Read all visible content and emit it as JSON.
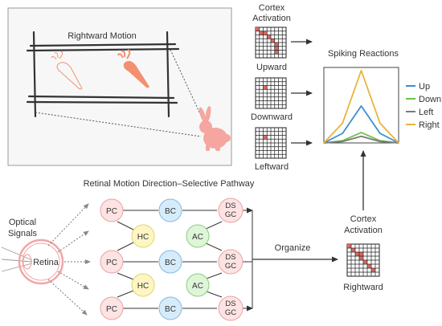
{
  "scene": {
    "title": "Rightward Motion"
  },
  "cortex": {
    "header_line1": "Cortex",
    "header_line2": "Activation",
    "upward": "Upward",
    "downward": "Downward",
    "leftward": "Leftward",
    "rightward_label": "Rightward",
    "bottom_line1": "Cortex",
    "bottom_line2": "Activation"
  },
  "spiking": {
    "title": "Spiking Reactions"
  },
  "pathway": {
    "title": "Retinal Motion Direction–Selective Pathway",
    "optical_line1": "Optical",
    "optical_line2": "Signals",
    "retina": "Retina",
    "organize": "Organize",
    "pc": "PC",
    "bc": "BC",
    "hc": "HC",
    "ac": "AC",
    "ds": "DS",
    "gc": "GC"
  },
  "colors": {
    "pc": "#fde3e3",
    "bc": "#d6ecfb",
    "hc": "#fdf6c4",
    "ac": "#def5d8",
    "dsgc": "#fde3e3",
    "activation": "#e0685e",
    "retina": "#f2a6a6",
    "rabbit": "#f5a6a0",
    "carrot": "#f2906f"
  },
  "chart_data": {
    "type": "line",
    "title": "Spiking Reactions",
    "xlabel": "",
    "ylabel": "",
    "x": [
      0,
      1,
      2,
      3,
      4
    ],
    "ylim": [
      0,
      1
    ],
    "legend_position": "right",
    "series": [
      {
        "name": "Up",
        "color": "#3b8fd6",
        "values": [
          0.0,
          0.13,
          0.5,
          0.13,
          0.0
        ]
      },
      {
        "name": "Down",
        "color": "#6cc24a",
        "values": [
          0.0,
          0.03,
          0.14,
          0.03,
          0.0
        ]
      },
      {
        "name": "Left",
        "color": "#7a7a7a",
        "values": [
          0.0,
          0.02,
          0.09,
          0.02,
          0.0
        ]
      },
      {
        "name": "Right",
        "color": "#e9b43c",
        "values": [
          0.0,
          0.27,
          0.98,
          0.27,
          0.0
        ]
      }
    ]
  },
  "cortex_grids": {
    "top": [
      [
        0,
        0
      ],
      [
        1,
        1
      ],
      [
        1,
        2
      ],
      [
        2,
        3
      ],
      [
        3,
        4
      ],
      [
        4,
        5
      ],
      [
        5,
        5
      ],
      [
        6,
        5
      ]
    ],
    "upward": [
      [
        2,
        2
      ]
    ],
    "downward": [
      [
        2,
        2
      ]
    ],
    "leftward": [
      [
        2,
        2
      ]
    ],
    "rightward": [
      [
        0,
        0
      ],
      [
        1,
        1
      ],
      [
        2,
        2
      ],
      [
        2,
        3
      ],
      [
        3,
        3
      ],
      [
        4,
        4
      ],
      [
        5,
        5
      ],
      [
        6,
        6
      ]
    ]
  }
}
